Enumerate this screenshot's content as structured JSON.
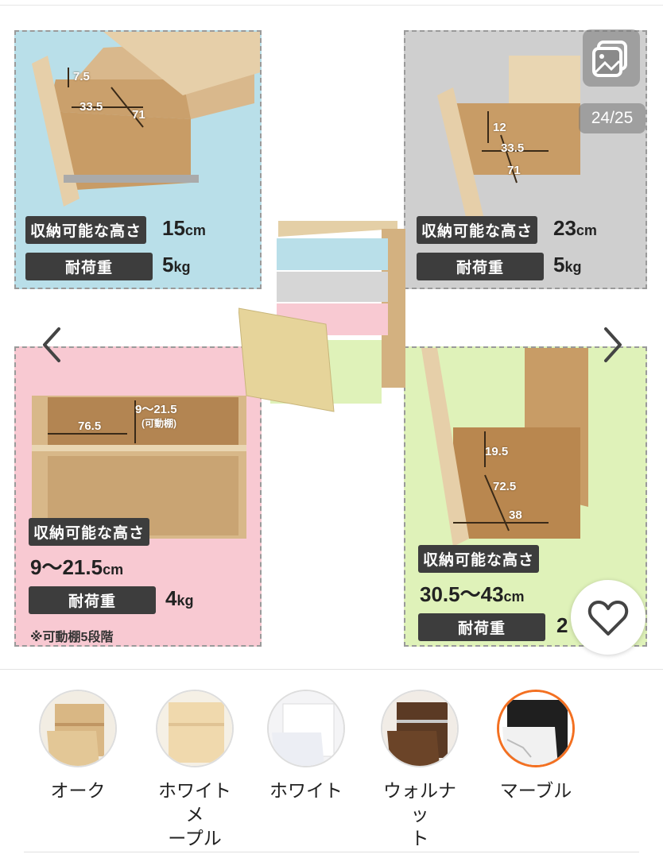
{
  "gallery": {
    "counter": "24/25",
    "panels": {
      "top_left": {
        "dims": [
          "7.5",
          "33.5",
          "71"
        ],
        "height_label": "収納可能な高さ",
        "height_value": "15",
        "height_unit": "cm",
        "load_label": "耐荷重",
        "load_value": "5",
        "load_unit": "kg"
      },
      "top_right": {
        "dims": [
          "12",
          "33.5",
          "71"
        ],
        "height_label": "収納可能な高さ",
        "height_value": "23",
        "height_unit": "cm",
        "load_label": "耐荷重",
        "load_value": "5",
        "load_unit": "kg"
      },
      "bottom_left": {
        "dims": [
          "9～21.5",
          "(可動棚)",
          "76.5"
        ],
        "height_label": "収納可能な高さ",
        "height_value": "9～21.5",
        "height_unit": "cm",
        "load_label": "耐荷重",
        "load_value": "4",
        "load_unit": "kg",
        "note": "※可動棚5段階"
      },
      "bottom_right": {
        "dims": [
          "19.5",
          "72.5",
          "38"
        ],
        "height_label": "収納可能な高さ",
        "height_value": "30.5～43",
        "height_unit": "cm",
        "load_label": "耐荷重",
        "load_value": "2"
      }
    }
  },
  "variants": [
    {
      "name": "オーク",
      "selected": false
    },
    {
      "name": "ホワイトメ\nープル",
      "selected": false
    },
    {
      "name": "ホワイト",
      "selected": false
    },
    {
      "name": "ウォルナッ\nト",
      "selected": false
    },
    {
      "name": "マーブル",
      "selected": true
    }
  ],
  "colors": {
    "blue_panel": "#b9dfe9",
    "gray_panel": "#cfcfcf",
    "pink_panel": "#f8c9d2",
    "green_panel": "#dff2b9",
    "wood": "#c8a57a",
    "selected_ring": "#f37021"
  }
}
